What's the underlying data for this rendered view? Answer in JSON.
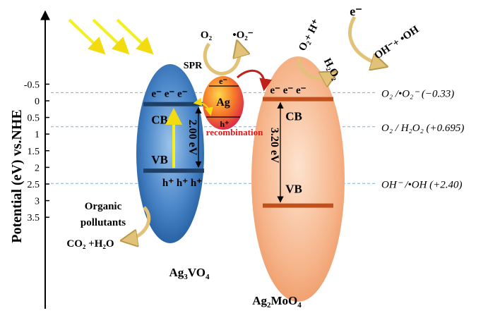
{
  "axis": {
    "label": "Potential (eV) vs.NHE",
    "ticks": [
      "-0.5",
      "0",
      "0.5",
      "1",
      "1.5",
      "2",
      "2.5",
      "3",
      "3.5"
    ],
    "tick_values": [
      -0.5,
      0,
      0.5,
      1,
      1.5,
      2,
      2.5,
      3,
      3.5
    ]
  },
  "ag3vo4": {
    "name_main": "Ag",
    "name_sub1": "3",
    "name_mid": "VO",
    "name_sub2": "4",
    "cb_label": "CB",
    "vb_label": "VB",
    "gap_label": "2.00 eV",
    "electrons": "e⁻ e⁻ e⁻",
    "holes": "h⁺ h⁺ h⁺",
    "cb_level": 0.1,
    "vb_level": 2.1
  },
  "ag2moo4": {
    "name_main": "Ag",
    "name_sub1": "2",
    "name_mid": "MoO",
    "name_sub2": "4",
    "cb_label": "CB",
    "vb_label": "VB",
    "gap_label": "3.20 eV",
    "electrons": "e⁻  e⁻  e⁻",
    "cb_level": -0.05,
    "vb_level": 3.15
  },
  "ag": {
    "label": "Ag",
    "electron": "e⁻",
    "hole": "h⁺",
    "spr": "SPR",
    "recombination": "recombination"
  },
  "reactions": {
    "o2": "O₂",
    "superoxide": "•O₂⁻",
    "o2_hplus": "O₂+ H⁺",
    "h2o2": "H₂O₂",
    "e_minus": "e⁻",
    "oh_products": "OH⁻+ •OH",
    "organic": "Organic",
    "pollutants": "pollutants",
    "products": "CO₂ +H₂O"
  },
  "potentials": [
    {
      "label": "O₂ /•O₂⁻ (−0.33)",
      "value": -0.33
    },
    {
      "label": "O₂ / H₂O₂ (+0.695)",
      "value": 0.695
    },
    {
      "label": "OH⁻ /•OH (+2.40)",
      "value": 2.4
    }
  ],
  "colors": {
    "ag3vo4_fill": "#4a86c8",
    "ag2moo4_fill": "#f6b48a",
    "band_ag3vo4": "#1f3f66",
    "band_ag2moo4": "#c0501c",
    "ag_fill": "#f5762a",
    "recombination": "#e01818",
    "dashed_line": "#7aaed6",
    "light": "#f5ef20",
    "arrow_tan": "#e2c278"
  }
}
